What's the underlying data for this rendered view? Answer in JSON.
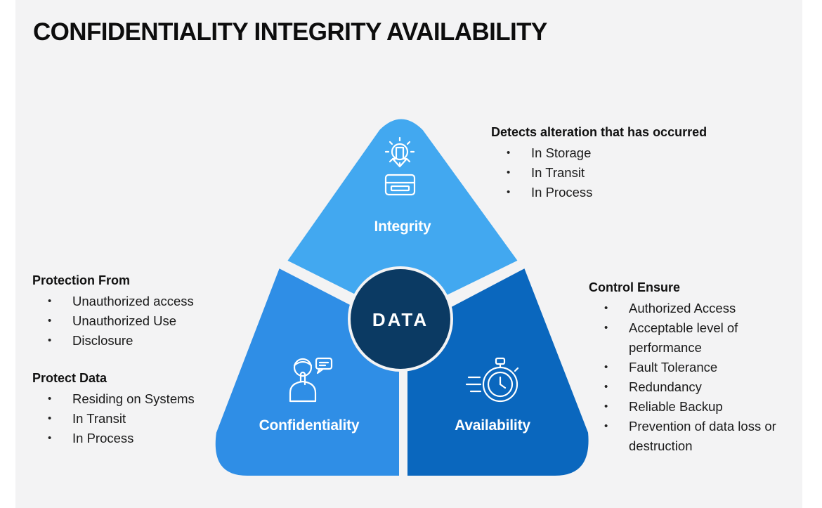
{
  "title": "CONFIDENTIALITY INTEGRITY AVAILABILITY",
  "center": {
    "label": "DATA",
    "color": "#0b3a63"
  },
  "segments": {
    "integrity": {
      "label": "Integrity",
      "color": "#42a8f0",
      "icon": "gear-download-drive-icon"
    },
    "confidentiality": {
      "label": "Confidentiality",
      "color": "#2f8ee6",
      "icon": "person-secret-speech-icon"
    },
    "availability": {
      "label": "Availability",
      "color": "#0a67be",
      "icon": "stopwatch-icon"
    }
  },
  "integrity_notes": {
    "heading": "Detects alteration that has occurred",
    "items": [
      "In Storage",
      "In Transit",
      "In Process"
    ]
  },
  "protection_notes": {
    "heading": "Protection From",
    "items": [
      "Unauthorized access",
      "Unauthorized Use",
      "Disclosure"
    ]
  },
  "protect_data_notes": {
    "heading": "Protect Data",
    "items": [
      "Residing on Systems",
      "In Transit",
      "In Process"
    ]
  },
  "control_notes": {
    "heading": "Control Ensure",
    "items": [
      "Authorized Access",
      "Acceptable level of performance",
      "Fault Tolerance",
      "Redundancy",
      "Reliable Backup",
      "Prevention of data loss or destruction"
    ]
  }
}
